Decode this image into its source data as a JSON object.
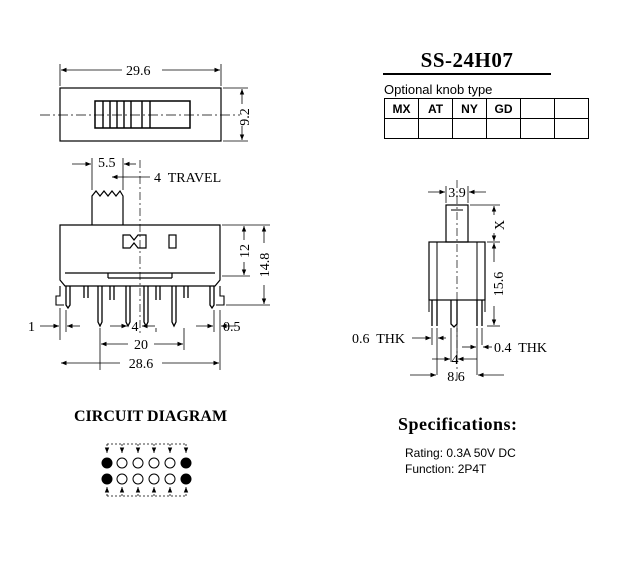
{
  "model": "SS-24H07",
  "optional_knob": {
    "label": "Optional knob type",
    "options": [
      "MX",
      "AT",
      "NY",
      "GD",
      "",
      ""
    ]
  },
  "top_view": {
    "length": "29.6",
    "width": "9.2"
  },
  "front_view": {
    "knob_width": "5.5",
    "travel": "4  TRAVEL",
    "body_height": "12",
    "total_height": "14.8",
    "edge_offset": "1",
    "pin_pitch": "4",
    "lead_thickness": "0.5",
    "pin_span": "20",
    "overall_length": "28.6"
  },
  "side_view": {
    "knob_width": "3.9",
    "knob_height": "X",
    "body_height": "15.6",
    "left_thk": "0.6  THK",
    "right_thk": "0.4  THK",
    "pitch": "4",
    "overall_width": "8.6"
  },
  "circuit_title": "CIRCUIT DIAGRAM",
  "specifications": {
    "title": "Specifications:",
    "rating": "Rating: 0.3A 50V DC",
    "function": "Function: 2P4T"
  }
}
